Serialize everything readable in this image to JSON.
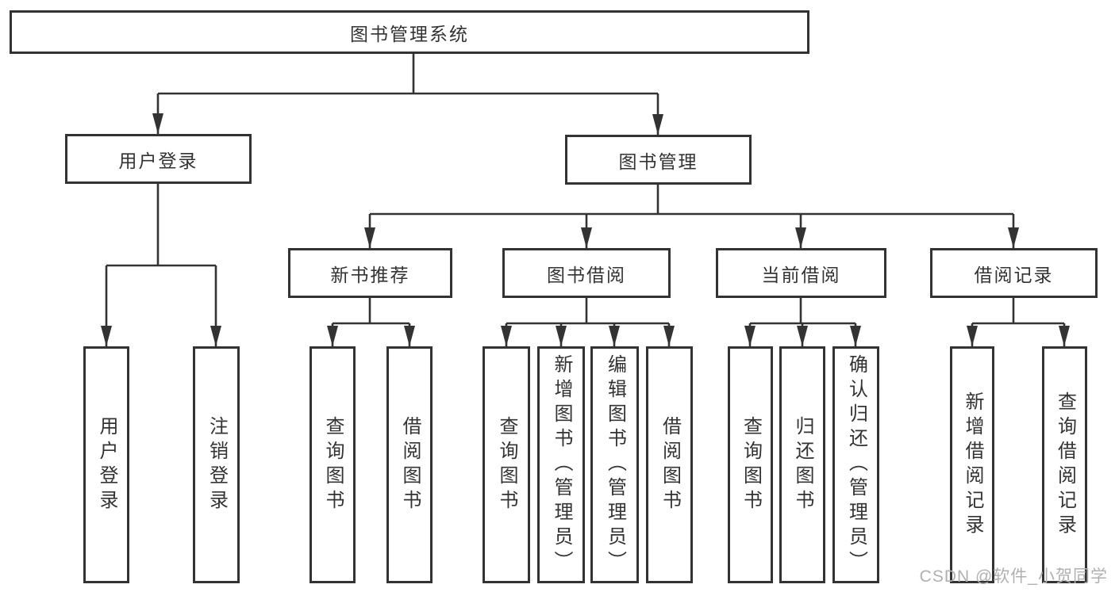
{
  "nodes": {
    "root": "图书管理系统",
    "user_login": "用户登录",
    "book_management": "图书管理",
    "new_book_recommend": "新书推荐",
    "book_borrow": "图书借阅",
    "current_borrow": "当前借阅",
    "borrow_records": "借阅记录",
    "leaf_user_login": "用户登录",
    "leaf_logout": "注销登录",
    "leaf_query_book_1": "查询图书",
    "leaf_borrow_book_1": "借阅图书",
    "leaf_query_book_2": "查询图书",
    "leaf_add_book_admin": "新增图书（管理员）",
    "leaf_edit_book_admin": "编辑图书（管理员）",
    "leaf_borrow_book_2": "借阅图书",
    "leaf_query_book_3": "查询图书",
    "leaf_return_book": "归还图书",
    "leaf_confirm_return_admin": "确认归还（管理员）",
    "leaf_add_borrow_record": "新增借阅记录",
    "leaf_query_borrow_record": "查询借阅记录"
  },
  "hierarchy": {
    "图书管理系统": [
      "用户登录",
      "图书管理"
    ],
    "用户登录": [
      "用户登录",
      "注销登录"
    ],
    "图书管理": [
      "新书推荐",
      "图书借阅",
      "当前借阅",
      "借阅记录"
    ],
    "新书推荐": [
      "查询图书",
      "借阅图书"
    ],
    "图书借阅": [
      "查询图书",
      "新增图书（管理员）",
      "编辑图书（管理员）",
      "借阅图书"
    ],
    "当前借阅": [
      "查询图书",
      "归还图书",
      "确认归还（管理员）"
    ],
    "借阅记录": [
      "新增借阅记录",
      "查询借阅记录"
    ]
  },
  "watermark": {
    "text": "CSDN @软件_小贺同学",
    "color": "#b0b0b0"
  },
  "colors": {
    "line": "#333333",
    "box_border": "#333333",
    "text": "#333333",
    "background": "#ffffff"
  }
}
